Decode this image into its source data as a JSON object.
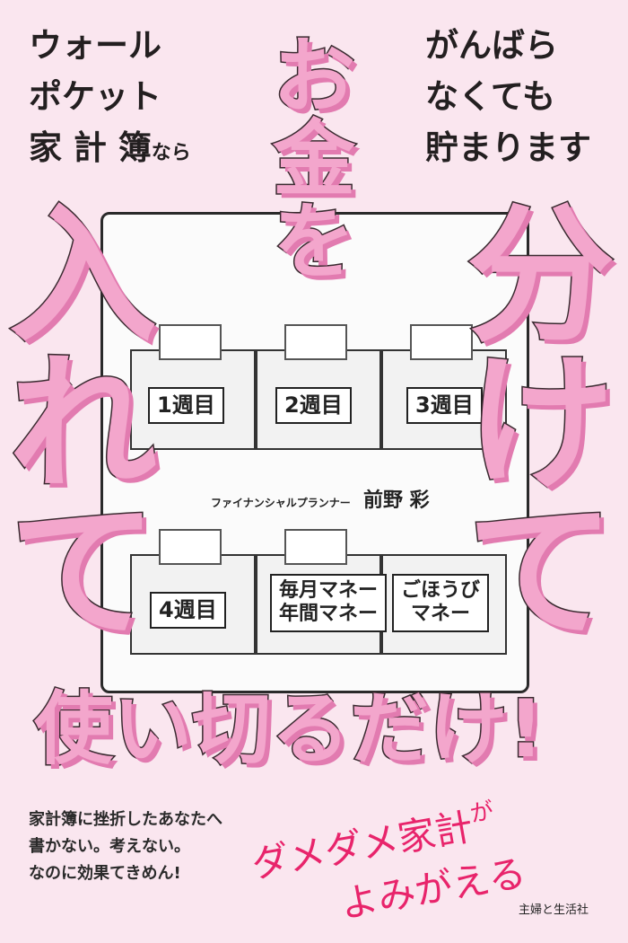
{
  "tagline_left": [
    "ウォール",
    "ポケット",
    "家 計 簿"
  ],
  "tagline_left_small": "なら",
  "tagline_right": [
    "がんばら",
    "なくても",
    "貯まります"
  ],
  "title": {
    "top": [
      "お",
      "金",
      "を"
    ],
    "left": [
      "入",
      "れ",
      "て"
    ],
    "right": [
      "分",
      "け",
      "て"
    ],
    "bottom": "使い切るだけ!"
  },
  "pockets": [
    [
      "1週目"
    ],
    [
      "2週目"
    ],
    [
      "3週目"
    ],
    [
      "4週目"
    ],
    [
      "毎月マネー",
      "年間マネー"
    ],
    [
      "ごほうび",
      "マネー"
    ]
  ],
  "author_role": "ファイナンシャルプランナー",
  "author": "前野 彩",
  "sub_copy": [
    "家計簿に挫折したあなたへ",
    "書かない。考えない。",
    "なのに効果てきめん!"
  ],
  "catch": {
    "line1": "ダメダメ家計",
    "ga": "が",
    "line2": "よみがえる"
  },
  "publisher": "主婦と生活社",
  "colors": {
    "background": "#fae6ef",
    "title_pink": "#f3a6cc",
    "catch_red": "#e8246b"
  }
}
